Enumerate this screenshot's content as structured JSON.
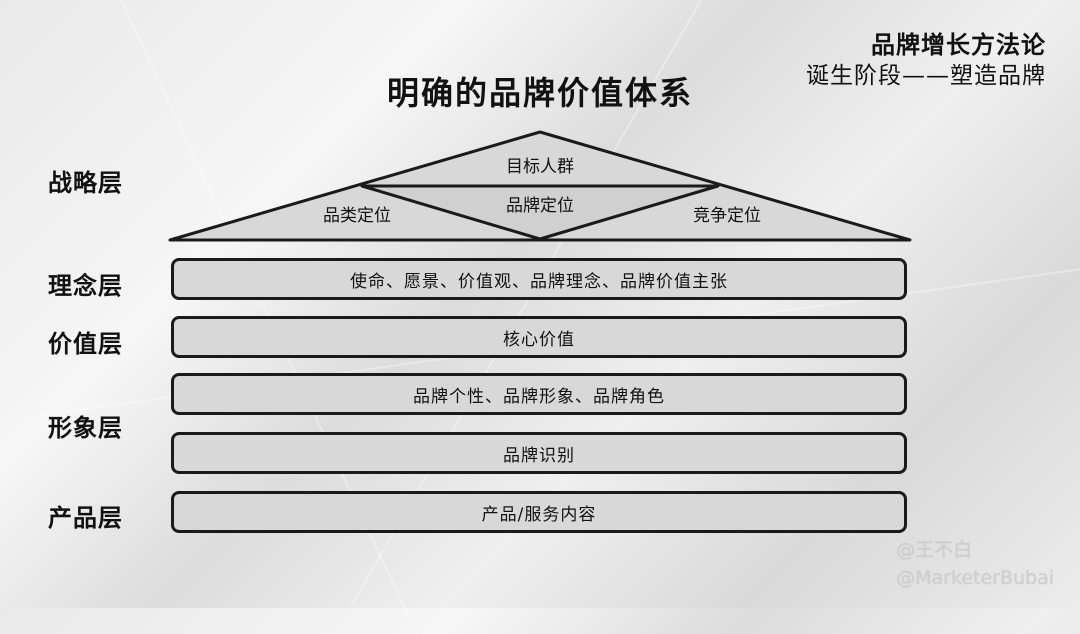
{
  "header": {
    "series_title": "品牌增长方法论",
    "stage_title": "诞生阶段——塑造品牌"
  },
  "diagram": {
    "title": "明确的品牌价值体系",
    "layers": {
      "strategy": "战略层",
      "concept": "理念层",
      "value": "价值层",
      "image": "形象层",
      "product": "产品层"
    },
    "roof": {
      "top": "目标人群",
      "center": "品牌定位",
      "left": "品类定位",
      "right": "竞争定位"
    },
    "bars": {
      "concept": "使命、愿景、价值观、品牌理念、品牌价值主张",
      "value": "核心价值",
      "image_personality": "品牌个性、品牌形象、品牌角色",
      "image_identity": "品牌识别",
      "product": "产品/服务内容"
    }
  },
  "watermark": {
    "name": "@王不白",
    "handle": "@MarketerBubai"
  }
}
